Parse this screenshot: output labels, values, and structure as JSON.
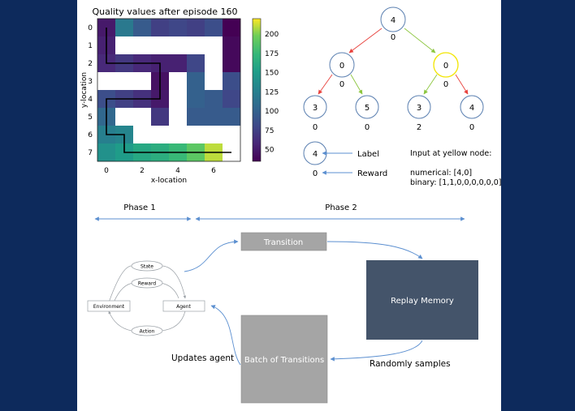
{
  "heatmap": {
    "title": "Quality values after episode 160",
    "xlabel": "x-location",
    "ylabel": "y-location",
    "x_ticks": [
      "0",
      "2",
      "4",
      "6"
    ],
    "y_ticks": [
      "0",
      "1",
      "2",
      "3",
      "4",
      "5",
      "6",
      "7"
    ],
    "colorbar_ticks": [
      "200",
      "175",
      "150",
      "125",
      "100",
      "75",
      "50"
    ]
  },
  "chart_data": {
    "type": "heatmap",
    "title": "Quality values after episode 160",
    "xlabel": "x-location",
    "ylabel": "y-location",
    "x": [
      0,
      1,
      2,
      3,
      4,
      5,
      6,
      7
    ],
    "y": [
      0,
      1,
      2,
      3,
      4,
      5,
      6,
      7
    ],
    "xlim": [
      -0.5,
      7.5
    ],
    "ylim": [
      7.5,
      -0.5
    ],
    "color_range": [
      35,
      220
    ],
    "colorbar_ticks": [
      50,
      75,
      100,
      125,
      150,
      175,
      200
    ],
    "walls_null": true,
    "z": [
      [
        50,
        120,
        95,
        75,
        80,
        75,
        85,
        35
      ],
      [
        55,
        null,
        null,
        null,
        null,
        null,
        null,
        40
      ],
      [
        60,
        70,
        60,
        55,
        55,
        80,
        null,
        40
      ],
      [
        null,
        null,
        null,
        45,
        null,
        100,
        null,
        85
      ],
      [
        85,
        75,
        65,
        50,
        null,
        100,
        95,
        80
      ],
      [
        105,
        null,
        null,
        70,
        null,
        95,
        95,
        95
      ],
      [
        125,
        130,
        null,
        null,
        null,
        null,
        null,
        null
      ],
      [
        140,
        150,
        160,
        165,
        175,
        190,
        210,
        null
      ]
    ],
    "path": [
      [
        0,
        0
      ],
      [
        0,
        2
      ],
      [
        3,
        2
      ],
      [
        3,
        4
      ],
      [
        0,
        4
      ],
      [
        0,
        6
      ],
      [
        1,
        6
      ],
      [
        1,
        7
      ],
      [
        7,
        7
      ]
    ]
  },
  "tree": {
    "root": {
      "label": "4",
      "reward": "0"
    },
    "level1": [
      {
        "label": "0",
        "reward": "0"
      },
      {
        "label": "0",
        "reward": "0"
      }
    ],
    "level2": [
      {
        "label": "3",
        "reward": "0"
      },
      {
        "label": "5",
        "reward": "0"
      },
      {
        "label": "3",
        "reward": "2"
      },
      {
        "label": "4",
        "reward": "0"
      }
    ],
    "legend": {
      "node_label": "4",
      "node_reward": "0",
      "label_text": "Label",
      "reward_text": "Reward"
    },
    "input": {
      "title": "Input at yellow node:",
      "numerical": "numerical: [4,0]",
      "binary": "binary: [1,1,0,0,0,0,0,0]"
    },
    "colors": {
      "red": "#e8413c",
      "green": "#8cc63f",
      "yellow": "#f2e500",
      "node": "#5a7fb0"
    }
  },
  "phases": {
    "phase1": "Phase 1",
    "phase2": "Phase 2"
  },
  "rl_loop": {
    "state": "State",
    "reward": "Reward",
    "action": "Action",
    "environment": "Environment",
    "agent": "Agent"
  },
  "flow": {
    "transition": "Transition",
    "replay_memory": "Replay Memory",
    "batch": "Batch of Transitions",
    "updates_agent": "Updates agent",
    "randomly_samples": "Randomly samples"
  }
}
